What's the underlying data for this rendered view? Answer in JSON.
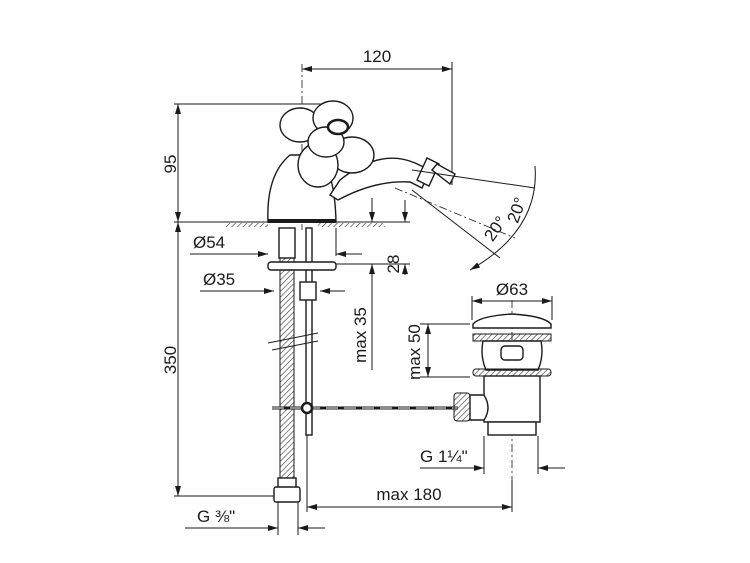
{
  "drawing": {
    "title": "Bidet mixer technical drawing",
    "dimensions": {
      "width_top": "120",
      "height_top": "95",
      "height_total": "350",
      "base_diameter": "Ø54",
      "shank_diameter": "Ø35",
      "deck_thickness": "28",
      "max_deck": "max 35",
      "waste_diameter": "Ø63",
      "waste_max_height": "max 50",
      "waste_thread": "G 1¼\"",
      "rod_length": "max 180",
      "hose_thread": "G ⅜\"",
      "spray_angle_1": "20°",
      "spray_angle_2": "20°"
    }
  }
}
